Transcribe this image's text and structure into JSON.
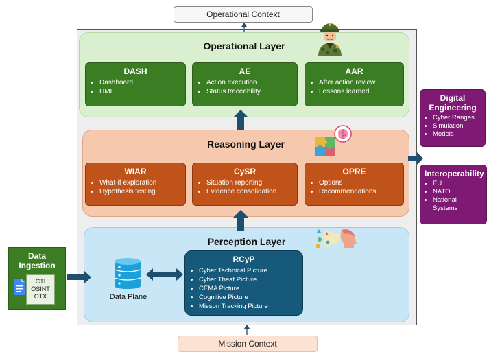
{
  "operational_context": "Operational Context",
  "mission_context": "Mission Context",
  "operational_layer": {
    "title": "Operational Layer",
    "boxes": [
      {
        "title": "DASH",
        "items": [
          "Dashboard",
          "HMI"
        ]
      },
      {
        "title": "AE",
        "items": [
          "Action execution",
          "Status traceability"
        ]
      },
      {
        "title": "AAR",
        "items": [
          "After action review",
          "Lessons learned"
        ]
      }
    ]
  },
  "reasoning_layer": {
    "title": "Reasoning Layer",
    "boxes": [
      {
        "title": "WIAR",
        "items": [
          "What-if exploration",
          "Hypothesis testing"
        ]
      },
      {
        "title": "CySR",
        "items": [
          "Situation reporting",
          "Evidence consolidation"
        ]
      },
      {
        "title": "OPRE",
        "items": [
          "Options",
          "Recommendations"
        ]
      }
    ]
  },
  "perception_layer": {
    "title": "Perception Layer",
    "data_plane": "Data Plane",
    "rcyp": {
      "title": "RCyP",
      "items": [
        "Cyber Technical Picture",
        "Cyber Theat Picture",
        "CEMA Picture",
        "Cognitive Picture",
        "Misson Tracking Picture"
      ]
    }
  },
  "data_ingestion": {
    "title_line1": "Data",
    "title_line2": "Ingestion",
    "sources": [
      "CTI",
      "OSINT",
      "OTX"
    ]
  },
  "digital_engineering": {
    "title_line1": "Digital",
    "title_line2": "Engineering",
    "items": [
      "Cyber Ranges",
      "Simulation",
      "Models"
    ]
  },
  "interoperability": {
    "title": "Interoperability",
    "items": [
      "EU",
      "NATO",
      "National Systems"
    ]
  },
  "icons": [
    "soldier-icon",
    "brain-puzzle-icon",
    "head-perception-icon",
    "database-icon",
    "document-icon"
  ],
  "colors": {
    "operational_bg": "#d9efcf",
    "reasoning_bg": "#f6c8ae",
    "perception_bg": "#c9e6f6",
    "green_box": "#3b7d23",
    "orange_box": "#c0531a",
    "navy_box": "#16597b",
    "purple_box": "#7e1a73",
    "arrow": "#1e4f6e"
  }
}
